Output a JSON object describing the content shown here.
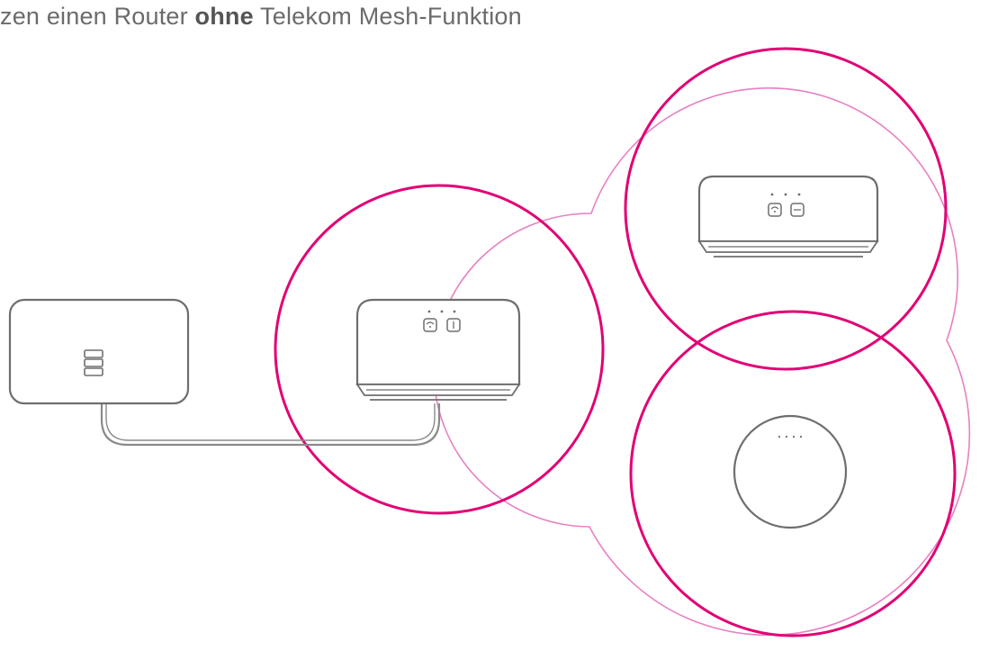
{
  "caption": {
    "before": "zen einen Router ",
    "emphasis": "ohne",
    "after": " Telekom Mesh-Funktion"
  },
  "colors": {
    "accent": "#e20074",
    "halo": "#e880c2",
    "device_stroke": "#6e6e6e",
    "cable": "#8a8a8a",
    "text": "#6b6b6b"
  },
  "icons": {
    "router": "router-icon",
    "speed_home_wifi": "mesh-repeater-icon",
    "speed_home_wifi_button_wifi": "wifi-button-icon",
    "speed_home_wifi_button_plus": "plus-button-icon",
    "speed_home_wlan": "round-repeater-icon"
  }
}
